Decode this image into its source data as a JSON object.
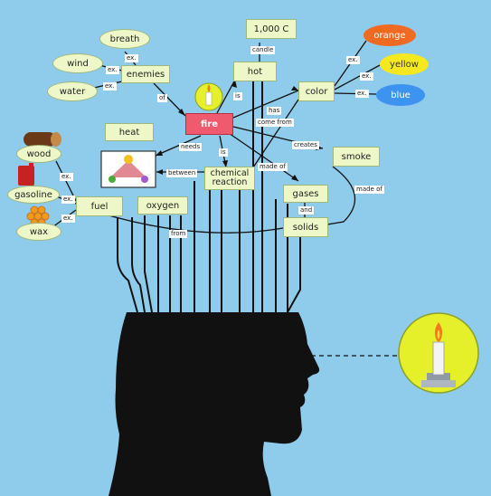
{
  "colors": {
    "background": "#8fcbea",
    "node": "#eef7c8",
    "fire": "#ef5a6e",
    "orange": "#f06a22",
    "yellow": "#f5e81e",
    "blue": "#3d93f0",
    "head": "#111111"
  },
  "nodes": {
    "fire": "fire",
    "hot": "hot",
    "temperature": "1,000 C",
    "color": "color",
    "orange": "orange",
    "yellow": "yellow",
    "blue": "blue",
    "breath": "breath",
    "wind": "wind",
    "water": "water",
    "enemies": "enemies",
    "heat": "heat",
    "chemical_reaction": "chemical reaction",
    "smoke": "smoke",
    "gases": "gases",
    "solids": "solids",
    "fuel": "fuel",
    "oxygen": "oxygen",
    "wood": "wood",
    "gasoline": "gasoline",
    "wax": "wax"
  },
  "links": {
    "candle": "candle",
    "is": "is",
    "has": "has",
    "come_from": "come from",
    "creates": "creates",
    "made_of": "made of",
    "made_of_2": "made of",
    "needs": "needs",
    "is_2": "is",
    "between": "between",
    "and": "and",
    "from": "from",
    "of": "of",
    "ex_breath": "ex.",
    "ex_wind": "ex.",
    "ex_water": "ex.",
    "ex_orange": "ex.",
    "ex_yellow": "ex.",
    "ex_blue": "ex.",
    "ex_wood": "ex.",
    "ex_gasoline": "ex.",
    "ex_wax": "ex."
  }
}
